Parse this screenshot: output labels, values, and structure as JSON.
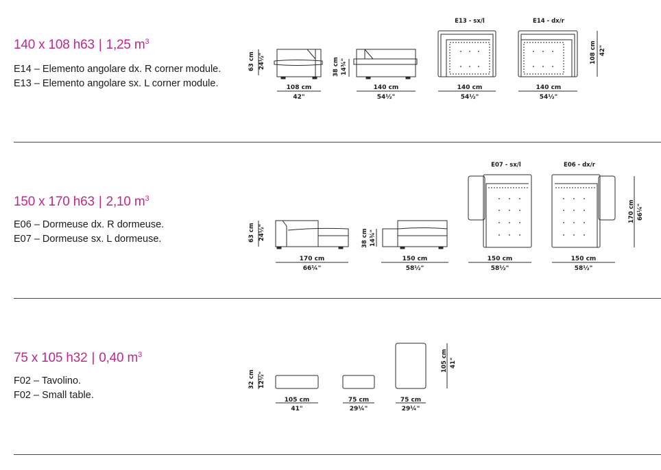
{
  "sections": [
    {
      "title_main": "140 x 108 h63",
      "title_vol": "1,25 m",
      "title_sup": "3",
      "lines": [
        "E14 – Elemento angolare dx. R corner module.",
        "E13 – Elemento angolare sx. L corner module."
      ],
      "dims": {
        "h_cm": "63 cm",
        "h_in": "24½\"",
        "seat_cm": "38 cm",
        "seat_in": "14¾\"",
        "w1_cm": "108 cm",
        "w1_in": "42\"",
        "w2_cm": "140 cm",
        "w2_in": "54½\"",
        "w3_cm": "140 cm",
        "w3_in": "54½\"",
        "w4_cm": "140 cm",
        "w4_in": "54½\"",
        "d_cm": "108 cm",
        "d_in": "42\""
      },
      "plan_labels": [
        "E13 - sx/l",
        "E14 - dx/r"
      ]
    },
    {
      "title_main": "150 x 170 h63",
      "title_vol": "2,10 m",
      "title_sup": "3",
      "lines": [
        "E06 – Dormeuse dx. R dormeuse.",
        "E07 – Dormeuse sx. L dormeuse."
      ],
      "dims": {
        "h_cm": "63 cm",
        "h_in": "24½\"",
        "seat_cm": "38 cm",
        "seat_in": "14¾\"",
        "w1_cm": "170 cm",
        "w1_in": "66¼\"",
        "w2_cm": "150 cm",
        "w2_in": "58½\"",
        "w3_cm": "150 cm",
        "w3_in": "58½\"",
        "w4_cm": "150 cm",
        "w4_in": "58½\"",
        "d_cm": "170 cm",
        "d_in": "66¼\""
      },
      "plan_labels": [
        "E07 - sx/l",
        "E06 - dx/r"
      ]
    },
    {
      "title_main": "75 x 105 h32",
      "title_vol": "0,40 m",
      "title_sup": "3",
      "lines": [
        "F02 – Tavolino.",
        "F02 – Small table."
      ],
      "dims": {
        "h_cm": "32 cm",
        "h_in": "12½\"",
        "w1_cm": "105 cm",
        "w1_in": "41\"",
        "w2_cm": "75 cm",
        "w2_in": "29¼\"",
        "w3_cm": "75 cm",
        "w3_in": "29¼\"",
        "d_cm": "105 cm",
        "d_in": "41\""
      }
    }
  ]
}
